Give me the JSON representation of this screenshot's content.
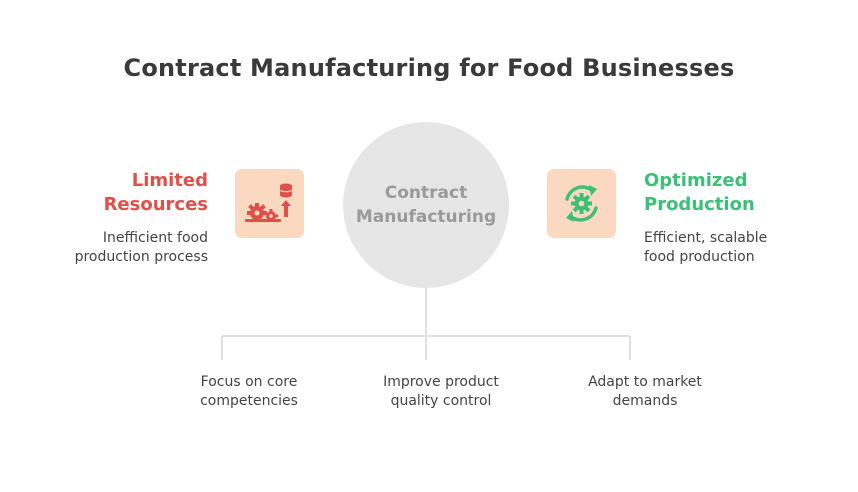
{
  "title": "Contract Manufacturing for Food Businesses",
  "center": {
    "label_line1": "Contract",
    "label_line2": "Manufacturing"
  },
  "left": {
    "title_line1": "Limited",
    "title_line2": "Resources",
    "desc_line1": "Inefficient food",
    "desc_line2": "production process",
    "icon": "gears-upload-icon",
    "color": "#e0504b"
  },
  "right": {
    "title_line1": "Optimized",
    "title_line2": "Production",
    "desc_line1": "Efficient, scalable",
    "desc_line2": "food production",
    "icon": "cycle-gear-icon",
    "color": "#3dbf7a"
  },
  "benefits": [
    {
      "line1": "Focus on core",
      "line2": "competencies"
    },
    {
      "line1": "Improve product",
      "line2": "quality control"
    },
    {
      "line1": "Adapt to market",
      "line2": "demands"
    }
  ],
  "colors": {
    "icon_bg": "#fbd9c0",
    "circle": "#e6e6e6",
    "connector": "#e0e0e0"
  }
}
